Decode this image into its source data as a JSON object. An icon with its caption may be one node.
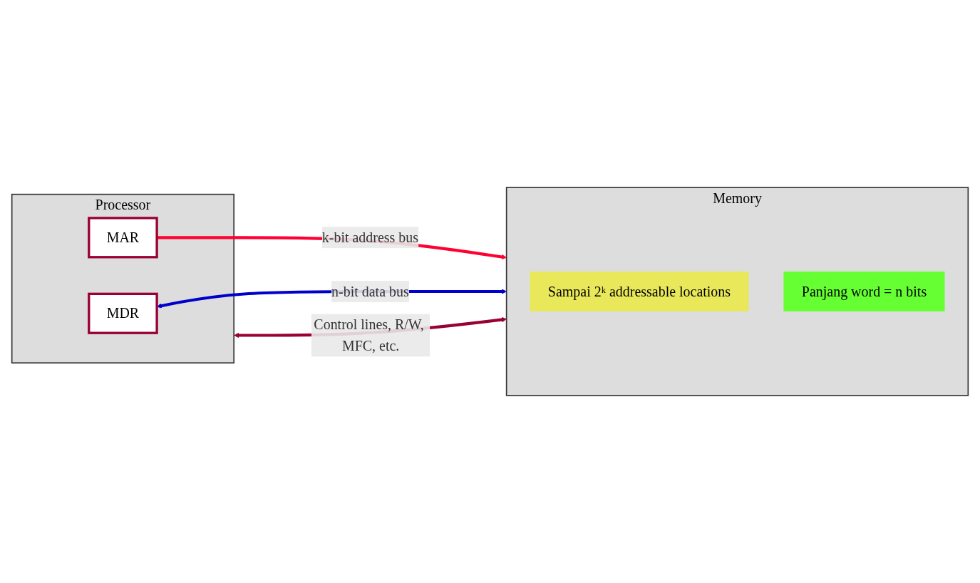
{
  "diagram": {
    "nodes": [
      {
        "text": [
          "Processor"
        ]
      },
      {
        "text": [
          "MAR"
        ],
        "in": 0
      },
      {
        "text": [
          "MDR"
        ],
        "in": 0
      },
      {
        "text": [
          "Memory"
        ]
      },
      {
        "text": [
          "Sampai 2ᵏ addressable locations"
        ],
        "in": 3
      },
      {
        "text": [
          "Panjang word = n bits"
        ],
        "in": 3
      }
    ],
    "edges": [
      {
        "from": 1,
        "to": 3,
        "arrow": "to",
        "label": "k-bit address bus",
        "color": "#ff0033"
      },
      {
        "from": 2,
        "to": 3,
        "arrow": "both",
        "label": "n-bit data bus",
        "color": "#0000cc"
      },
      {
        "from": 0,
        "to": 3,
        "arrow": "both",
        "label": "Control lines, R/W, MFC, etc.",
        "color": "#990033"
      }
    ]
  }
}
